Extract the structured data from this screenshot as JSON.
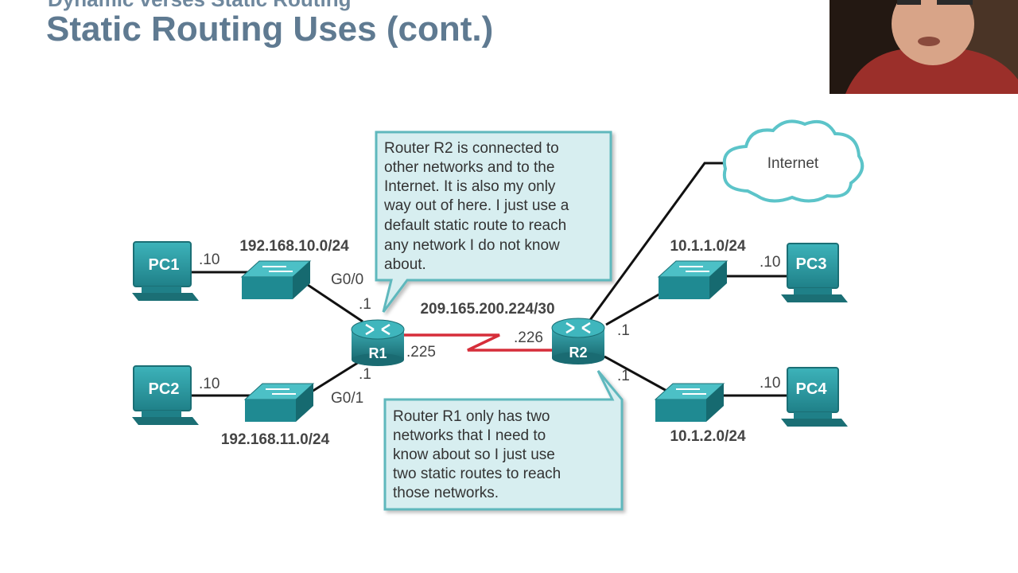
{
  "slide": {
    "supertitle": "Dynamic verses Static Routing",
    "title": "Static Routing Uses (cont.)"
  },
  "diagram": {
    "pcs": [
      "PC1",
      "PC2",
      "PC3",
      "PC4"
    ],
    "routers": [
      "R1",
      "R2"
    ],
    "cloud_label": "Internet",
    "networks": {
      "net1": "192.168.10.0/24",
      "net2": "192.168.11.0/24",
      "net3": "10.1.1.0/24",
      "net4": "10.1.2.0/24",
      "wan": "209.165.200.224/30"
    },
    "interfaces": {
      "r1_g00": "G0/0",
      "r1_g01": "G0/1",
      "r1_g00_host": ".1",
      "r1_g01_host": ".1",
      "r1_serial": ".225",
      "r2_serial": ".226",
      "r2_top_host": ".1",
      "r2_bottom_host": ".1",
      "pc1_host": ".10",
      "pc2_host": ".10",
      "pc3_host": ".10",
      "pc4_host": ".10"
    },
    "callout_r2": [
      "Router R2 is connected to",
      "other networks and to the",
      "Internet. It is also my only",
      "way out of here. I just use a",
      "default static route to reach",
      "any network I do not know",
      "about."
    ],
    "callout_r1": [
      "Router R1 only has two",
      "networks that I need to",
      "know about so I just use",
      "two static routes to reach",
      "those networks."
    ],
    "colors": {
      "teal": "#2a9ca3",
      "teal_dark": "#1b6f75",
      "callout_fill": "#d7eef0",
      "callout_border": "#5fb8bd",
      "serial_link": "#d62e3a",
      "title": "#5f7a91"
    }
  }
}
